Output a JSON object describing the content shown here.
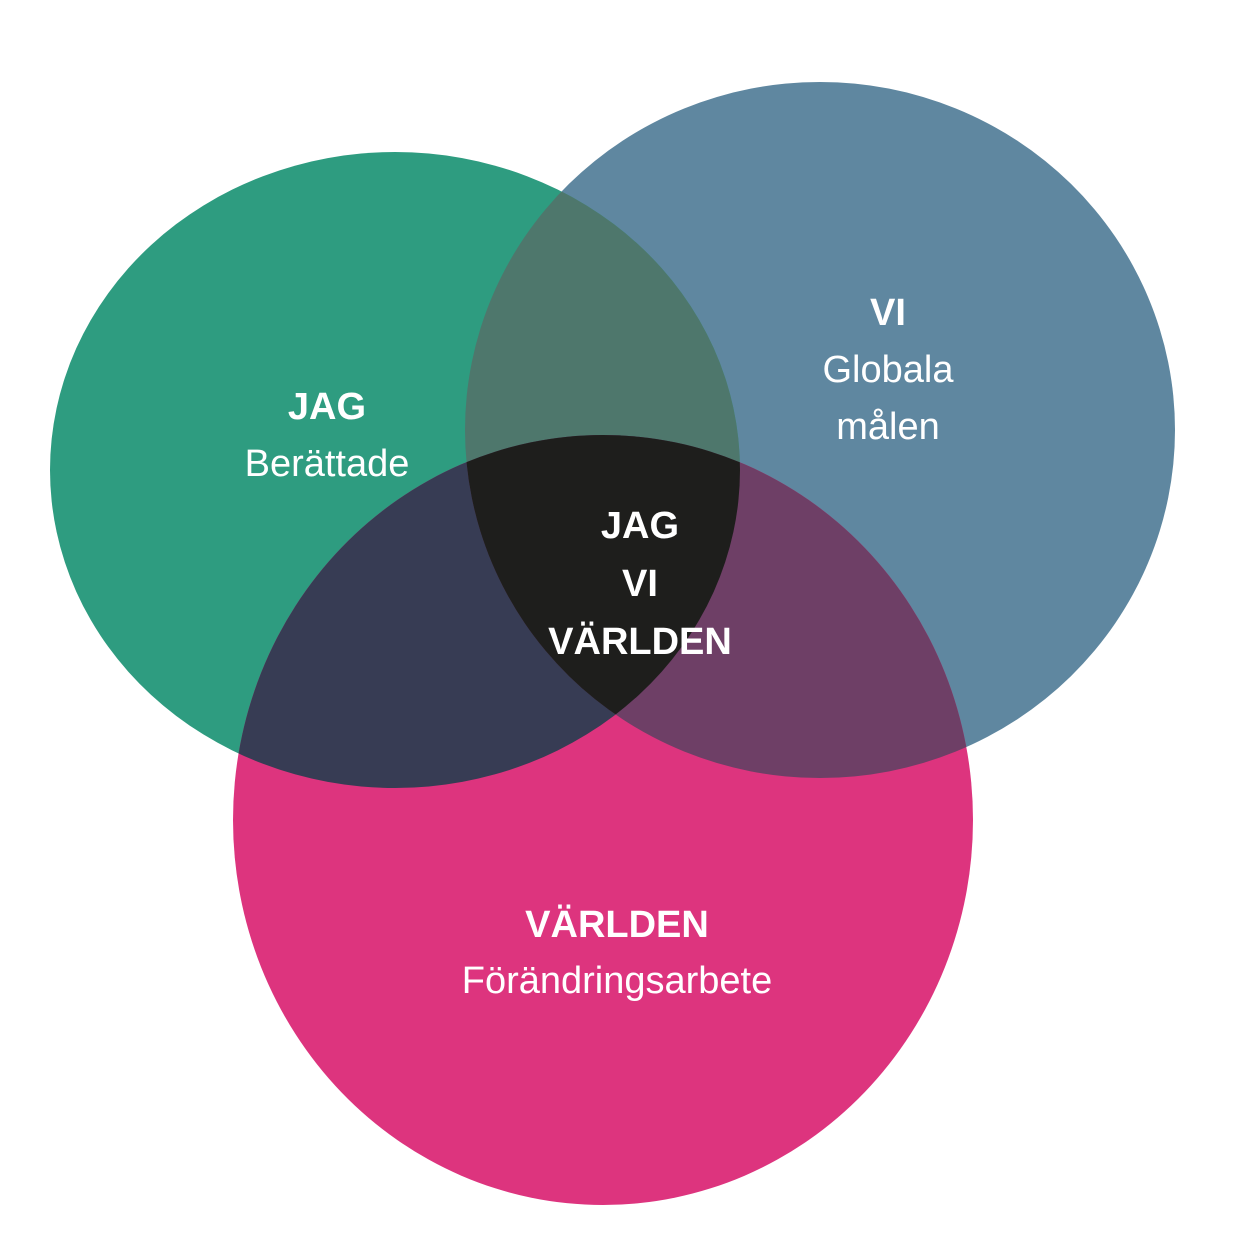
{
  "colors": {
    "jag": "#2e9c80",
    "vi": "#5f87a0",
    "varlden": "#dd347e",
    "jag_vi": "#4e776c",
    "jag_varlden": "#373c54",
    "vi_varlden": "#6e3f66",
    "center": "#1e1e1c",
    "text": "#ffffff",
    "background": "#ffffff"
  },
  "circles": {
    "jag": {
      "title": "JAG",
      "subtitle": "Berättade"
    },
    "vi": {
      "title": "VI",
      "subtitle_line1": "Globala",
      "subtitle_line2": "målen"
    },
    "varlden": {
      "title": "VÄRLDEN",
      "subtitle": "Förändringsarbete"
    }
  },
  "center": {
    "line1": "JAG",
    "line2": "VI",
    "line3": "VÄRLDEN"
  }
}
